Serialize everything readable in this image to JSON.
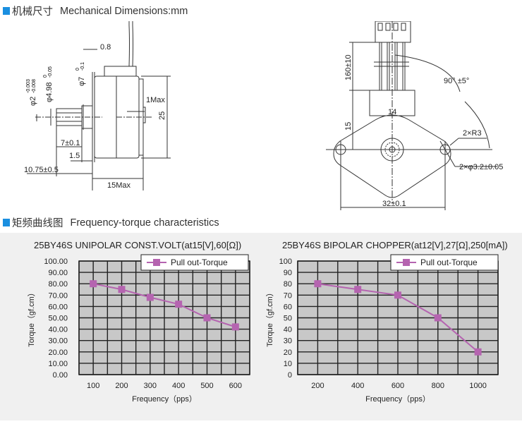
{
  "header_mechanical": {
    "icon": "blue-square-icon",
    "cn": "机械尺寸",
    "en": "Mechanical Dimensions:mm"
  },
  "header_chart": {
    "icon": "blue-square-icon",
    "cn": "矩频曲线图",
    "en": "Frequency-torque characteristics"
  },
  "drawing_side": {
    "dim_flange": "0.8",
    "dim_shaft_dia": "φ2",
    "dim_shaft_dia_tol_upper": "-0.003",
    "dim_shaft_dia_tol_lower": "-0.008",
    "dim_gear_dia": "φ4.98",
    "dim_gear_dia_tol_upper": "0",
    "dim_gear_dia_tol_lower": "-0.05",
    "dim_boss_dia": "φ7",
    "dim_boss_dia_tol_upper": "0",
    "dim_boss_dia_tol_lower": "-0.1",
    "dim_rear_max": "1Max",
    "dim_height": "25",
    "dim_gear_len": "7±0.1",
    "dim_boss_len": "1.5",
    "dim_shaft_len": "10.75±0.5",
    "dim_body_len": "15Max"
  },
  "drawing_front": {
    "dim_lead": "160±10",
    "dim_angle": "90° ±5°",
    "dim_top": "15",
    "dim_width_top": "14",
    "dim_radius": "2×R3",
    "dim_holes": "2×φ3.2±0.05",
    "dim_hole_span": "32±0.1"
  },
  "colors": {
    "accent": "#1a8fe0",
    "series": "#b564b0",
    "plot_bg": "#c8c8c8",
    "panel_bg": "#f0f0f0"
  },
  "chart_data": [
    {
      "type": "line",
      "title": "25BY46S UNIPOLAR CONST.VOLT(at15[V],60[Ω])",
      "xlabel": "Frequency（pps）",
      "ylabel": "Torque（gf.cm）",
      "legend": "Pull out-Torque",
      "legend_position": "top-right",
      "grid": true,
      "categories": [
        "100",
        "200",
        "300",
        "400",
        "500",
        "600"
      ],
      "y_ticks": [
        "0.00",
        "10.00",
        "20.00",
        "30.00",
        "40.00",
        "50.00",
        "60.00",
        "70.00",
        "80.00",
        "90.00",
        "100.00"
      ],
      "ylim": [
        0,
        100
      ],
      "series": [
        {
          "name": "Pull out-Torque",
          "values": [
            80,
            75,
            68,
            62,
            50,
            42
          ]
        }
      ]
    },
    {
      "type": "line",
      "title": "25BY46S BIPOLAR CHOPPER(at12[V],27[Ω],250[mA])",
      "xlabel": "Frequency（pps）",
      "ylabel": "Torque（gf.cm）",
      "legend": "Pull out-Torque",
      "legend_position": "top-right",
      "grid": true,
      "categories": [
        "200",
        "400",
        "600",
        "800",
        "1000"
      ],
      "y_ticks": [
        "0",
        "10",
        "20",
        "30",
        "40",
        "50",
        "60",
        "70",
        "80",
        "90",
        "100"
      ],
      "ylim": [
        0,
        100
      ],
      "series": [
        {
          "name": "Pull out-Torque",
          "values": [
            80,
            75,
            70,
            50,
            20
          ]
        }
      ]
    }
  ]
}
